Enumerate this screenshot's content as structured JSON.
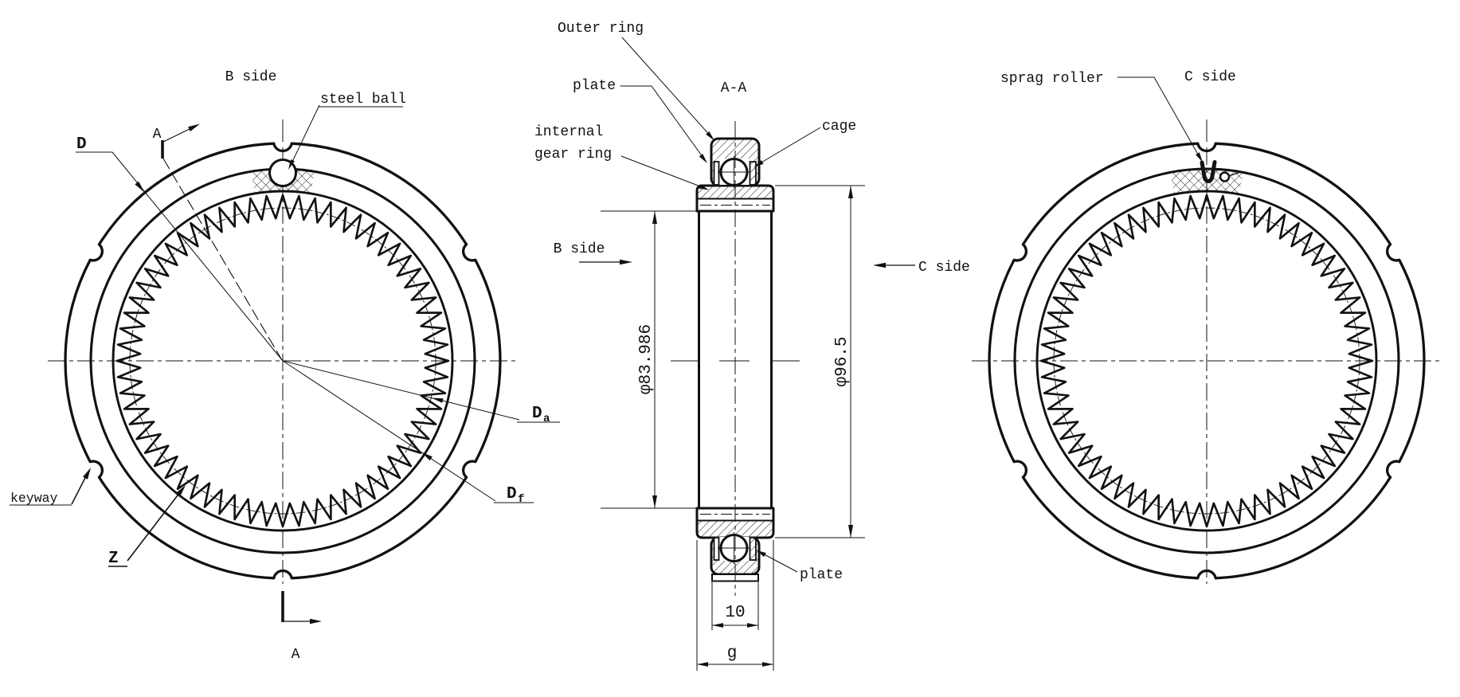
{
  "left_view": {
    "side_label": "B side",
    "steel_ball_label": "steel ball",
    "d_label": "D",
    "da_label_main": "D",
    "da_label_sub": "a",
    "df_label_main": "D",
    "df_label_sub": "f",
    "z_label": "Z",
    "keyway_label": "keyway",
    "section_label_top": "A",
    "section_label_bottom": "A"
  },
  "section_view": {
    "title": "A-A",
    "outer_ring_label": "Outer ring",
    "plate_top_label": "plate",
    "internal_gear_ring_line1": "internal",
    "internal_gear_ring_line2": "gear ring",
    "cage_label": "cage",
    "b_side_label": "B side",
    "c_side_label": "C side",
    "dim_bore": "φ83.986",
    "dim_outer": "φ96.5",
    "dim_width": "10",
    "dim_g": "g",
    "plate_bottom_label": "plate"
  },
  "right_view": {
    "sprag_roller_label": "sprag roller",
    "side_label": "C side"
  }
}
